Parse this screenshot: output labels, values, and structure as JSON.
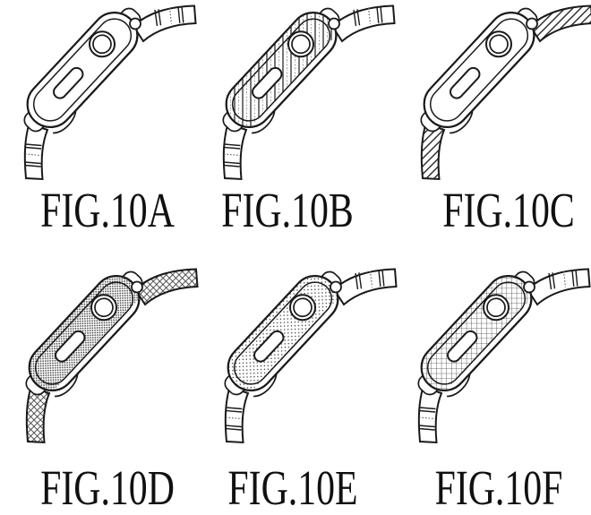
{
  "page": {
    "kind": "patent-style drawing sheet",
    "background": "#ffffff"
  },
  "drawing": {
    "line_color": "#1a1a1a",
    "fill_color": "#ffffff",
    "texture_color": "#3a3a3a",
    "subject": "smartwatch side perspective view with crown, side button and straps"
  },
  "figures": [
    {
      "id": "10A",
      "label": "FIG.10A",
      "case_texture": "plain",
      "strap_texture": "plain"
    },
    {
      "id": "10B",
      "label": "FIG.10B",
      "case_texture": "vertical-stripes",
      "strap_texture": "plain"
    },
    {
      "id": "10C",
      "label": "FIG.10C",
      "case_texture": "plain",
      "strap_texture": "diagonal-hatch"
    },
    {
      "id": "10D",
      "label": "FIG.10D",
      "case_texture": "stipple-dense",
      "strap_texture": "diamond-crosshatch"
    },
    {
      "id": "10E",
      "label": "FIG.10E",
      "case_texture": "stipple-light",
      "strap_texture": "plain"
    },
    {
      "id": "10F",
      "label": "FIG.10F",
      "case_texture": "square-grid",
      "strap_texture": "plain"
    }
  ]
}
